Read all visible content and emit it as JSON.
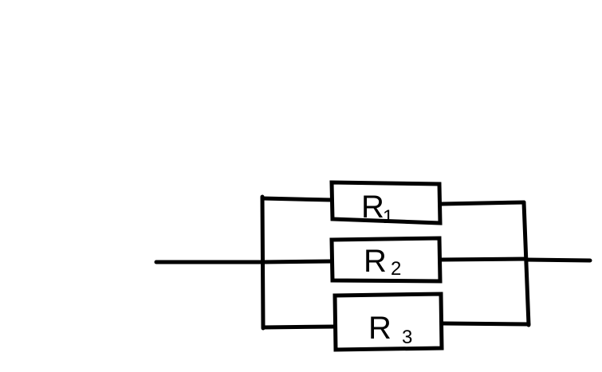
{
  "diagram": {
    "type": "circuit",
    "description": "Three resistors connected in parallel",
    "stroke_color": "#000000",
    "background_color": "#ffffff",
    "resistors": [
      {
        "id": "R1",
        "letter": "R",
        "subscript": "1"
      },
      {
        "id": "R2",
        "letter": "R",
        "subscript": "2"
      },
      {
        "id": "R3",
        "letter": "R",
        "subscript": "3"
      }
    ],
    "connection": "parallel"
  }
}
